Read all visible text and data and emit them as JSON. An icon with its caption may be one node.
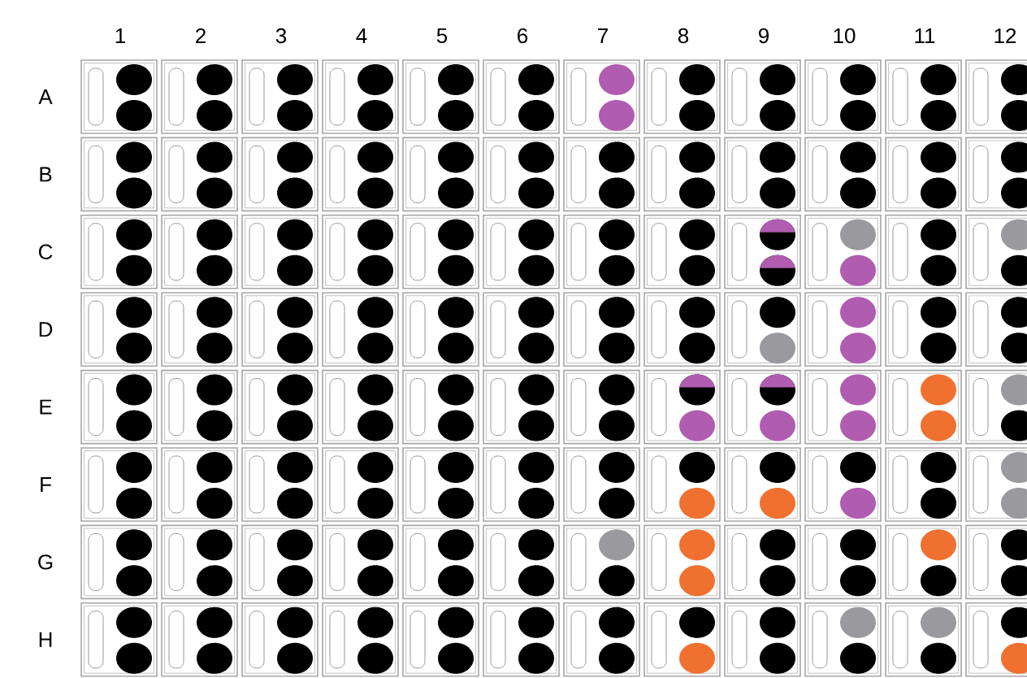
{
  "diagram": {
    "labels": [
      "1",
      "2",
      "3",
      "4",
      "5",
      "6",
      "7",
      "8",
      "9",
      "10",
      "11",
      "12",
      "A",
      "B",
      "C",
      "D",
      "E",
      "F",
      "G",
      "H"
    ]
  }
}
